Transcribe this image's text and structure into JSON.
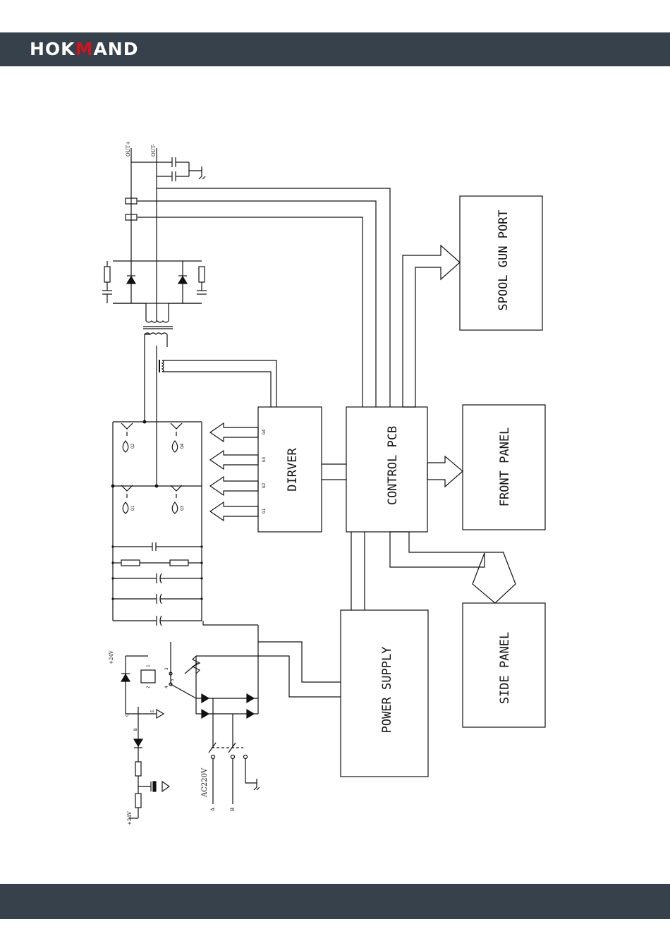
{
  "header": {
    "logo_prefix": "HOK",
    "logo_accent": "M",
    "logo_suffix": "AND",
    "bar_color": "#36414b",
    "accent_color": "#d0141e"
  },
  "blocks": {
    "spool_gun_port": "SPOOL GUN PORT",
    "front_panel": "FRONT PANEL",
    "side_panel": "SIDE PANEL",
    "control_pcb": "CONTROL PCB",
    "driver": "DIRVER",
    "power_supply": "POWER SUPPLY"
  },
  "driver_pins": [
    "G1",
    "G2",
    "G3",
    "G4"
  ],
  "igbt_labels": [
    "Q1",
    "Q2",
    "Q3",
    "Q4"
  ],
  "labels": {
    "ac_input": "AC220V",
    "line_a": "A",
    "line_b": "B",
    "out_pos": "OUT+",
    "out_neg": "OUT-",
    "supply_top": "+24V",
    "supply_bottom": "+24V",
    "relay_pins": [
      "1",
      "2",
      "3",
      "4",
      "5"
    ],
    "transistor_pins": [
      "C",
      "B",
      "E"
    ]
  }
}
